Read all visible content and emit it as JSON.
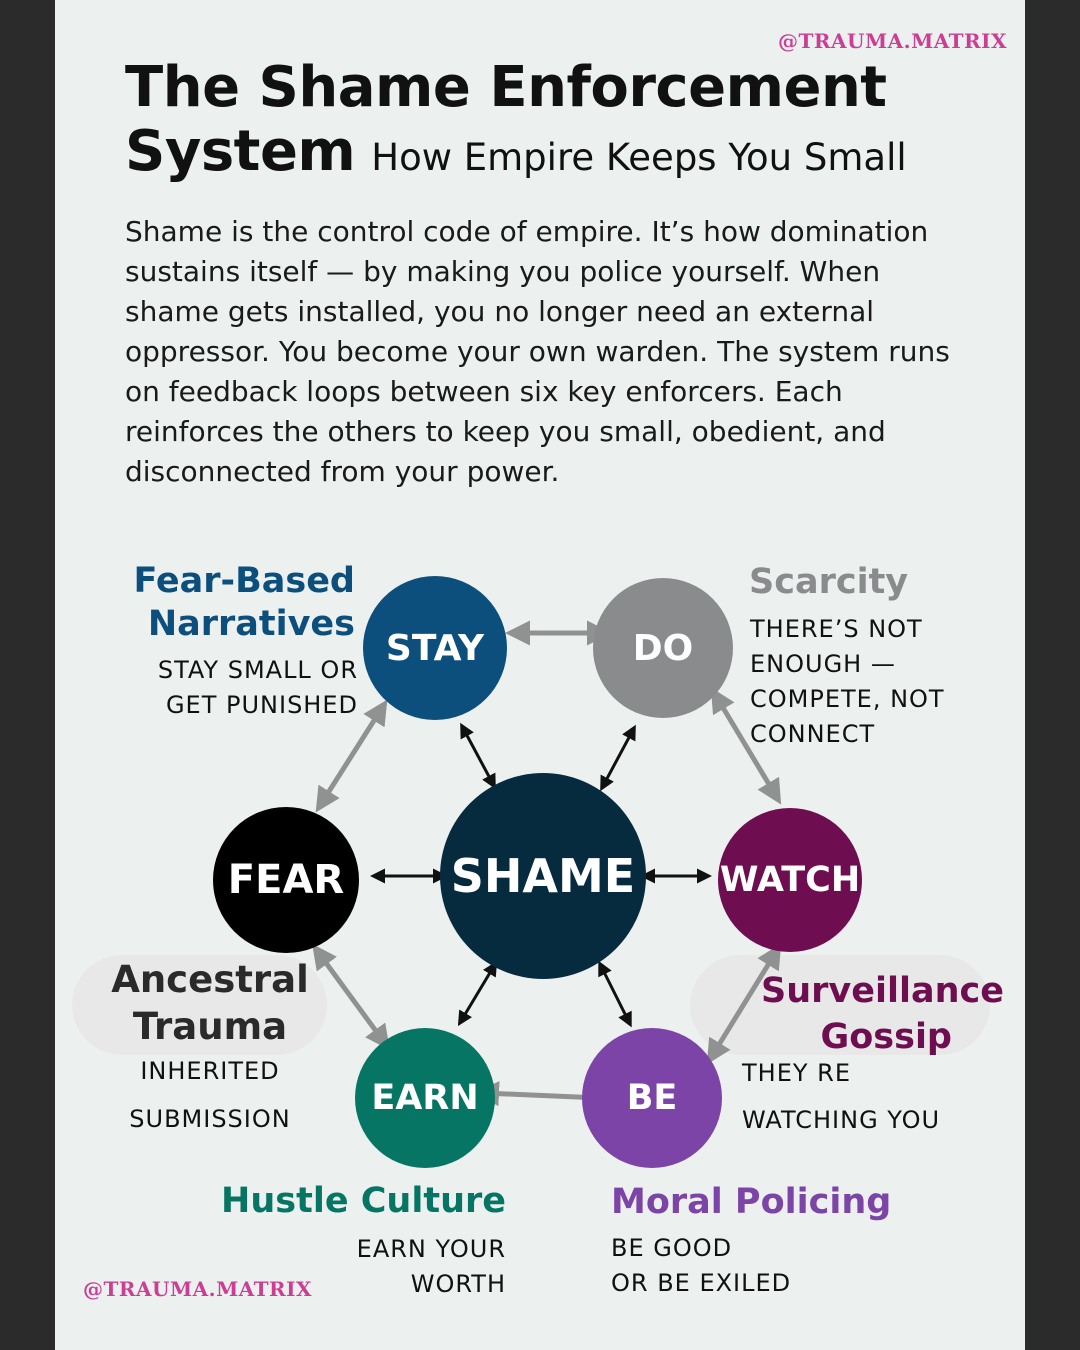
{
  "watermark": "@TRAUMA.MATRIX",
  "title_line1": "The Shame Enforcement",
  "title_line2": "System",
  "subtitle": "How Empire Keeps You Small",
  "intro": "Shame is the control code of empire. It’s how domination sustains itself — by making you police yourself. When shame gets installed, you no longer need an external oppressor. You become your own warden. The system runs on feedback loops between six key enforcers. Each reinforces the others to keep you small, obedient, and disconnected from your power.",
  "nodes": {
    "center": {
      "label": "SHAME",
      "color": "#062a3e"
    },
    "stay": {
      "label": "STAY",
      "color": "#0d4f7c",
      "heading": "Fear-Based Narratives",
      "heading_l1": "Fear-Based",
      "heading_l2": "Narratives",
      "desc_l1": "STAY SMALL OR",
      "desc_l2": "GET PUNISHED"
    },
    "do": {
      "label": "DO",
      "color": "#8a8b8c",
      "heading": "Scarcity",
      "desc_l1": "THERE’S NOT",
      "desc_l2": "ENOUGH —",
      "desc_l3": "COMPETE, NOT",
      "desc_l4": "CONNECT"
    },
    "fear": {
      "label": "FEAR",
      "color": "#000000",
      "heading_l1": "Ancestral",
      "heading_l2": "Trauma",
      "desc_l1": "INHERITED",
      "desc_l2": "SUBMISSION"
    },
    "watch": {
      "label": "WATCH",
      "color": "#6e0e50",
      "heading_l1": "Surveillance",
      "heading_l2": "Gossip",
      "desc_l1": "THEY RE",
      "desc_l2": "WATCHING YOU"
    },
    "earn": {
      "label": "EARN",
      "color": "#077564",
      "heading": "Hustle Culture",
      "desc_l1": "EARN YOUR",
      "desc_l2": "WORTH"
    },
    "be": {
      "label": "BE",
      "color": "#7c44a6",
      "heading": "Moral Policing",
      "desc_l1": "BE GOOD",
      "desc_l2": "OR BE EXILED"
    }
  }
}
